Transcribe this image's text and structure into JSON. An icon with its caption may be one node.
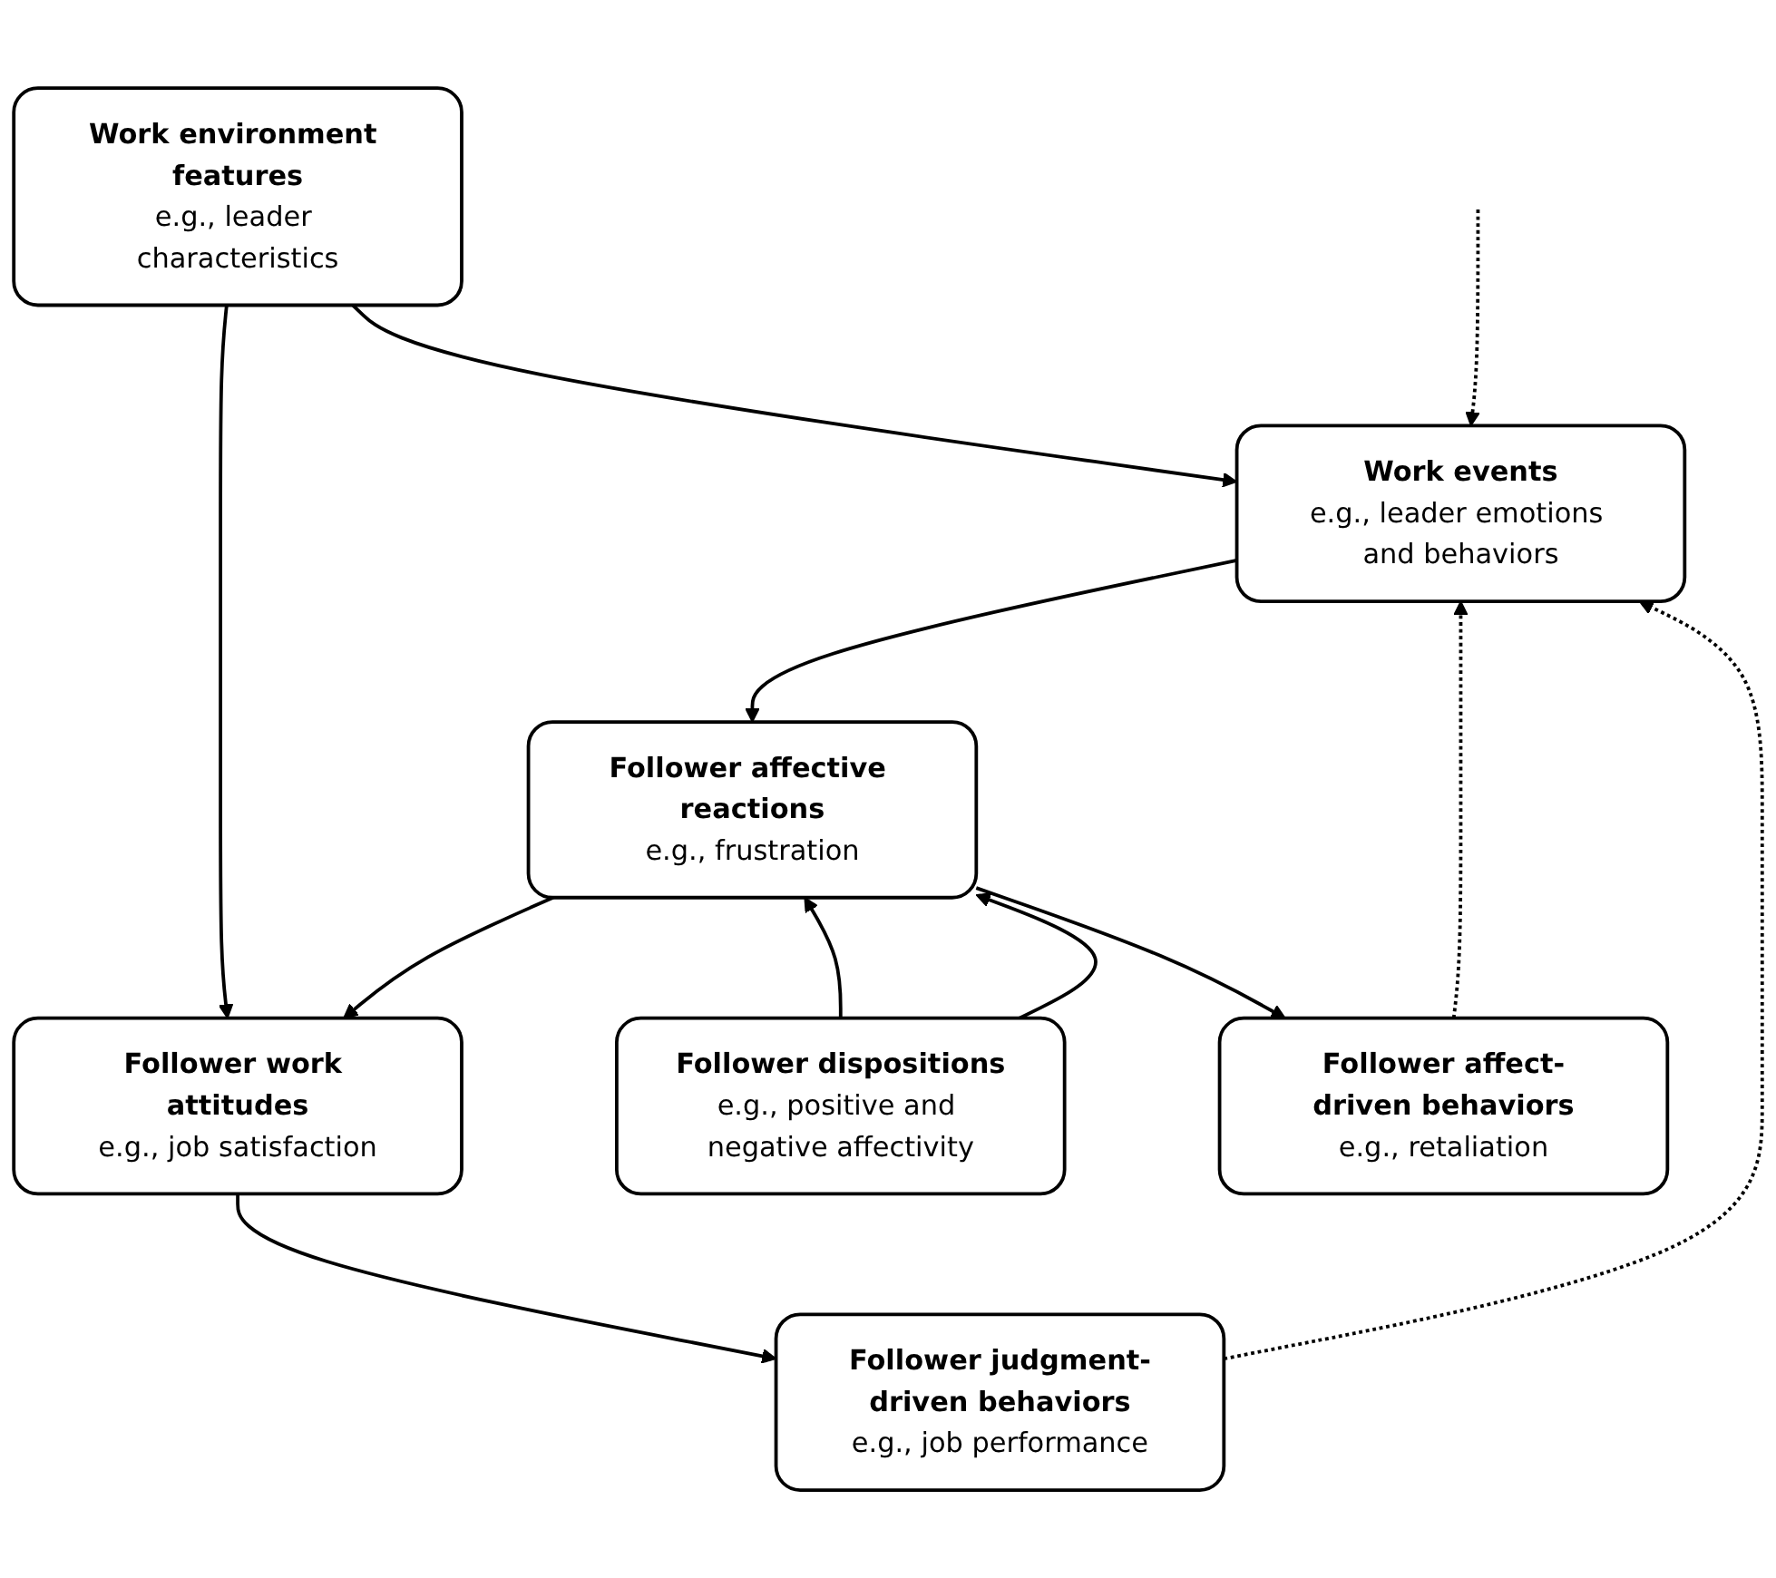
{
  "diagram": {
    "nodes": [
      {
        "text": [
          "Work environment features",
          "e.g., leader characteristics"
        ]
      },
      {
        "text": [
          "Follower judgment-driven behaviors",
          "e.g., job performance"
        ]
      },
      {
        "text": [
          "Work events",
          "e.g., leader emotions and behaviors"
        ]
      },
      {
        "text": [
          "Follower affective reactions",
          "e.g., frustration"
        ]
      },
      {
        "text": [
          "Follower work attitudes",
          "e.g., job satisfaction"
        ]
      },
      {
        "text": [
          "Follower dispositions",
          "e.g., positive and negative affectivity"
        ]
      },
      {
        "text": [
          "Follower affect-driven behaviors",
          "e.g., retaliation"
        ]
      }
    ],
    "edges": [
      {
        "from": 0,
        "to": 2,
        "arrow": "to"
      },
      {
        "from": 0,
        "to": 4,
        "arrow": "to"
      },
      {
        "from": 4,
        "to": 1,
        "arrow": "to"
      },
      {
        "from": 2,
        "to": 3,
        "arrow": "to"
      },
      {
        "from": 3,
        "to": 4,
        "arrow": "to"
      },
      {
        "from": 3,
        "to": 6,
        "arrow": "to"
      },
      {
        "from": 5,
        "to": 3,
        "arrow": "to"
      },
      {
        "from": 5,
        "to": 3,
        "arrow": "to"
      },
      {
        "from": 1,
        "to": 2,
        "arrow": "to",
        "style": "dashed"
      },
      {
        "from": 6,
        "to": 2,
        "arrow": "to",
        "style": "dashed"
      },
      {
        "from": null,
        "to": 2,
        "arrow": "to",
        "style": "dashed"
      }
    ]
  }
}
